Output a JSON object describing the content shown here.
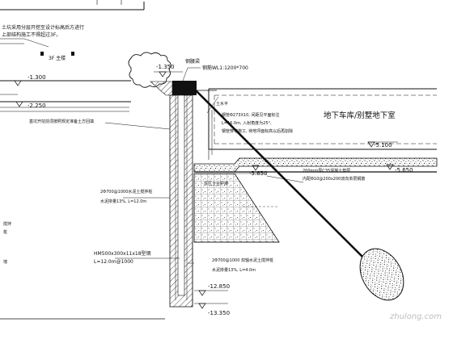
{
  "texts": {
    "note_line1": "土坑采用分层开挖至设计标高后方进行",
    "note_line2": "上部结构施工不得超过3F。",
    "floor_label": "3F 主楼",
    "elev_m1300": "-1.300",
    "elev_m1350": "-1.350",
    "elev_m2250": "-2.250",
    "slope_note": "基坑开挖前须按照规定准备土方回填",
    "waler_label": "钢腰梁",
    "capbeam_label": "钢筋WL1:1200*700",
    "ground_tag": "土水平",
    "anchor_line1": "钢管Φ273X10, 间距见平面标注",
    "anchor_line2": "L=16.0m, 入射角度为25°,",
    "anchor_line3": "钢管穿墙施工, 待地坪面标高以后再割除",
    "garage_label": "地下车库/别墅地下室",
    "elev_m5100": "-5.100",
    "elev_m5650_left": "-5.650",
    "elev_m5650_right": "-5.650",
    "slab_line1": "200mm厚C35混凝土垫层",
    "slab_line2": "内配Φ10@200x200双向单层钢筋",
    "berm_label": "反压土台护坡",
    "pile_upper_line1": "2Φ700@1000水泥土搅拌桩",
    "pile_upper_line2": "水泥掺量13%, L=12.0m",
    "side_label1": "搅拌",
    "side_label2": "桩",
    "side_label3": "墙",
    "hbeam_line1": "HM500x300x11x18型钢",
    "hbeam_line2": "L=12.0m@1000",
    "pile_lower_line1": "2Φ700@1000 双轴水泥土搅拌桩",
    "pile_lower_line2": "水泥掺量13%, L=4.0m",
    "elev_m12850": "-12.850",
    "elev_m13350": "-13.350",
    "watermark": "zhulong.com"
  },
  "colors": {
    "line": "#111111",
    "hatch": "#222222",
    "paper": "#ffffff"
  }
}
